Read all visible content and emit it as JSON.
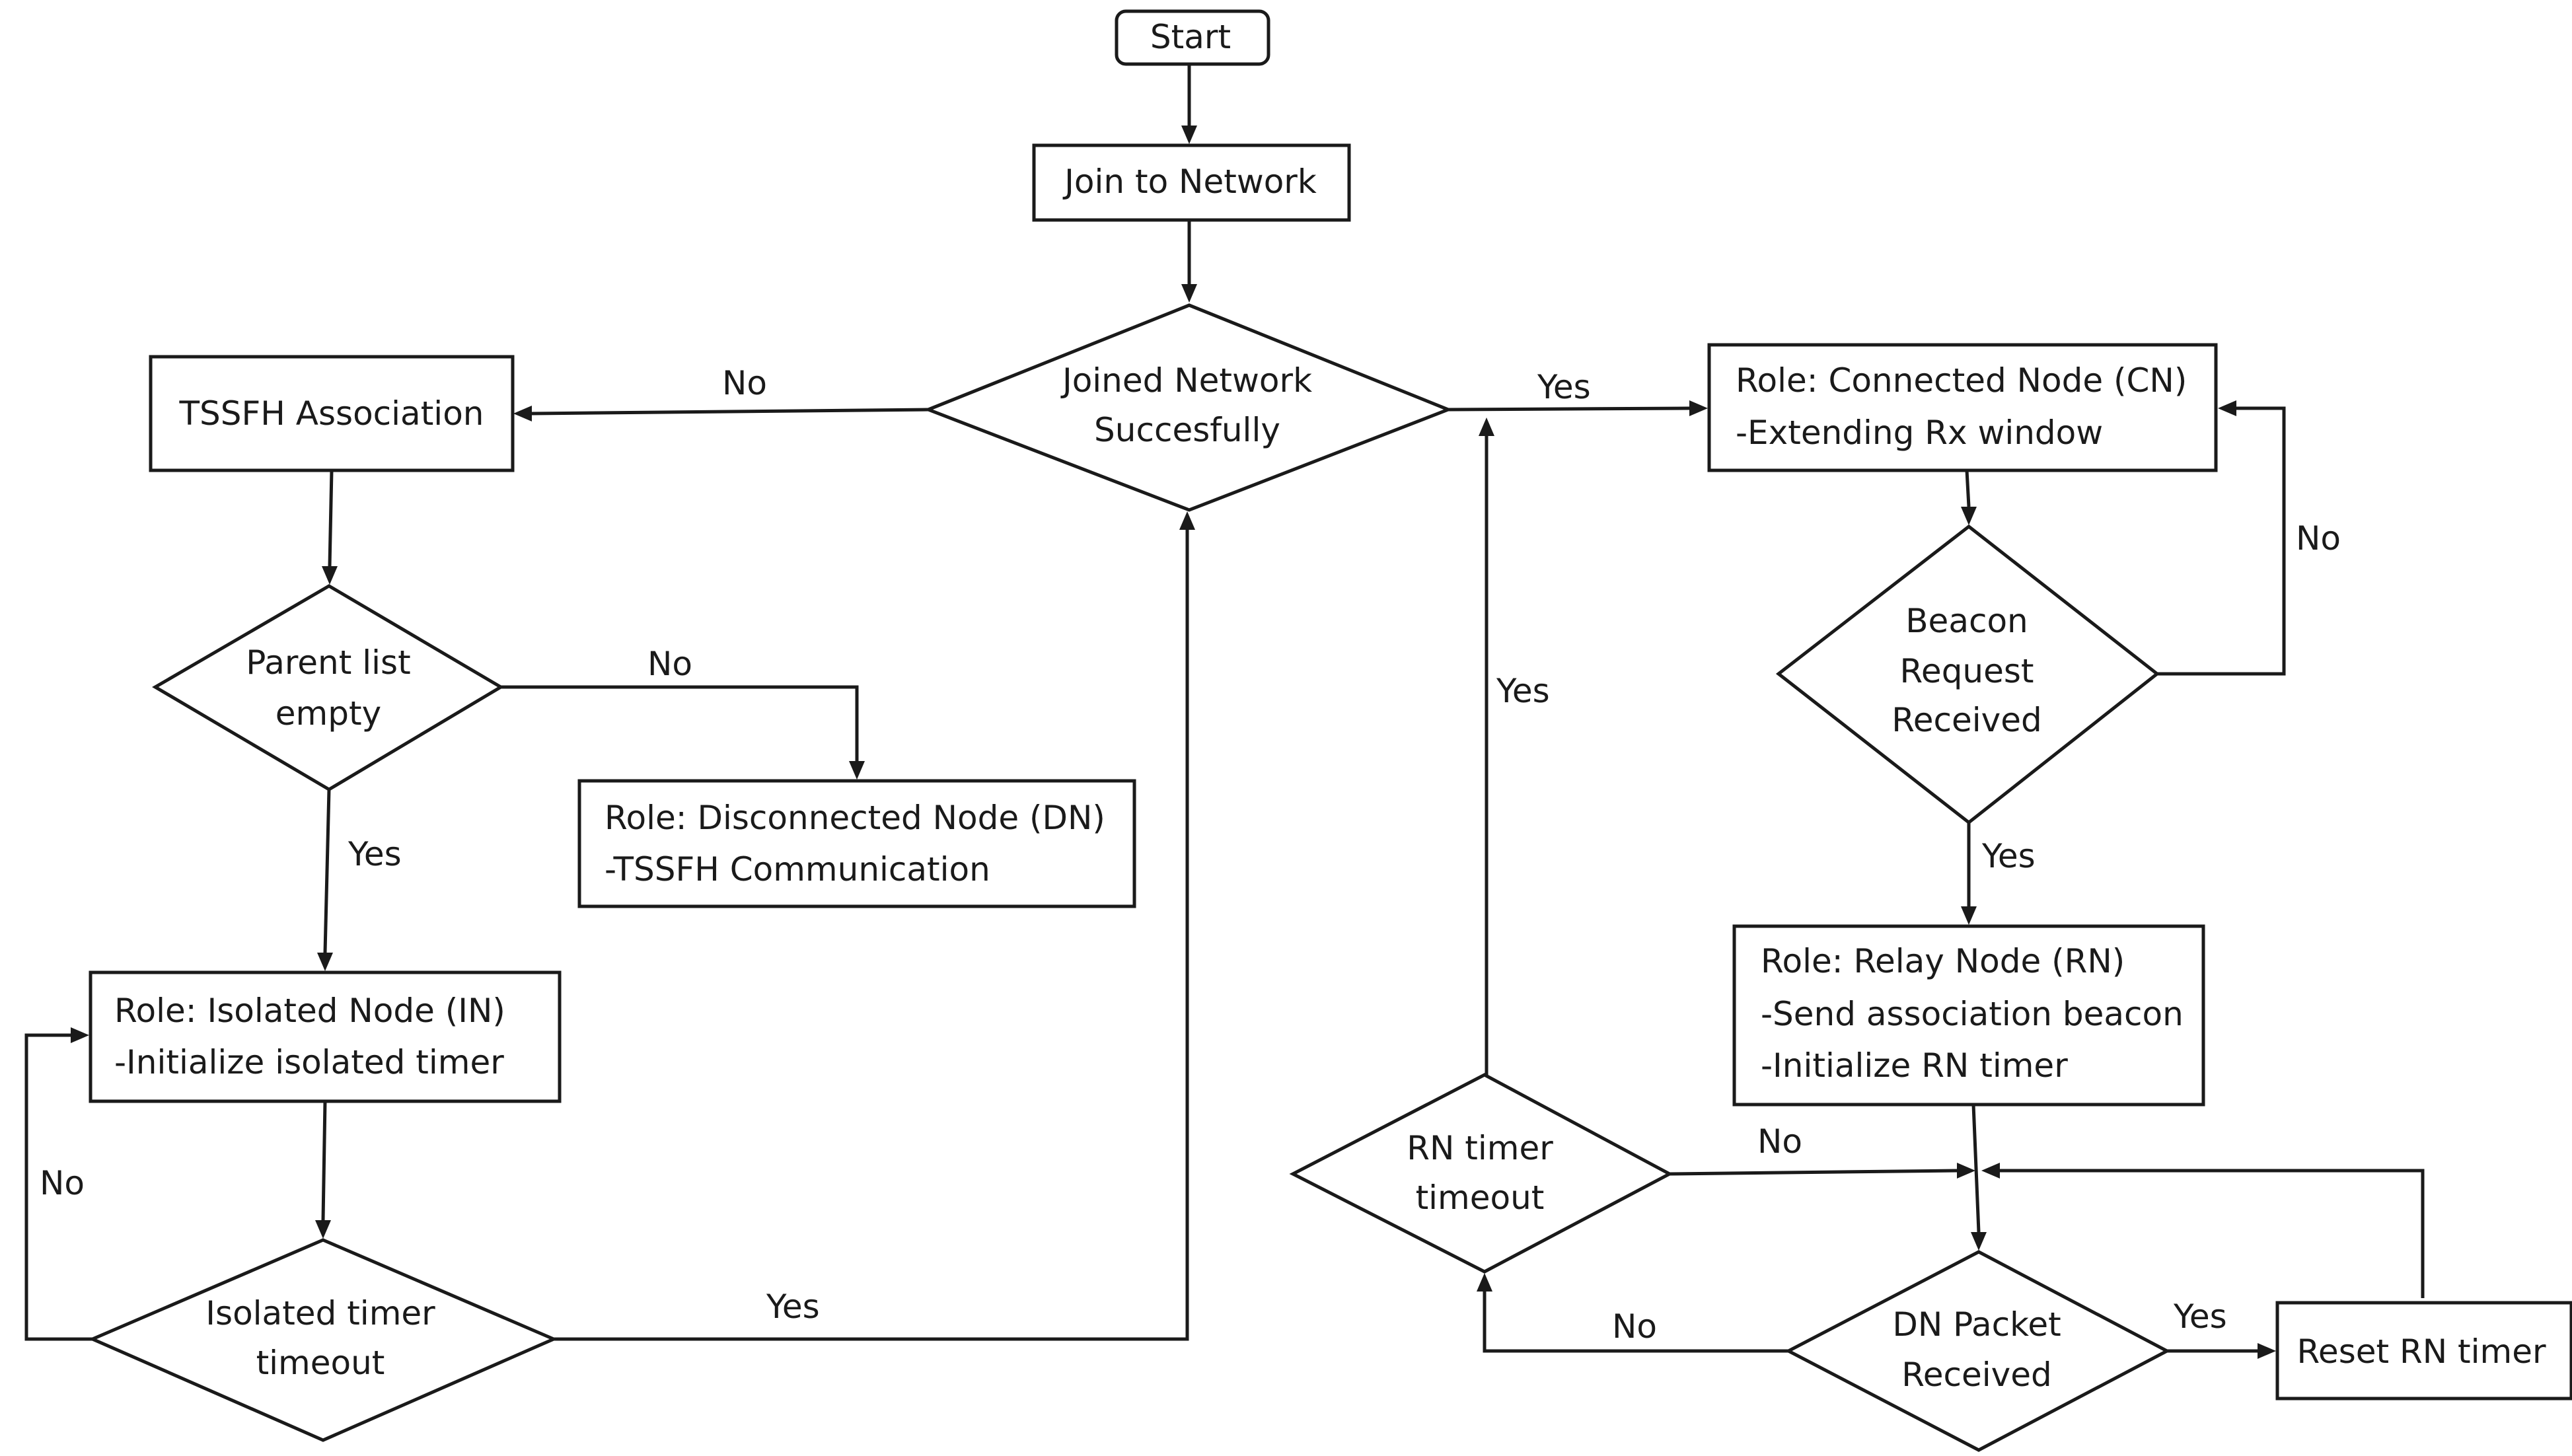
{
  "nodes": {
    "start": "Start",
    "join": "Join to Network",
    "joined": [
      "Joined Network",
      "Succesfully"
    ],
    "tssfh": "TSSFH Association",
    "parent": [
      "Parent list",
      "empty"
    ],
    "dn": [
      "Role: Disconnected Node (DN)",
      "-TSSFH Communication"
    ],
    "in": [
      "Role: Isolated Node (IN)",
      "-Initialize isolated timer"
    ],
    "iso_timer": [
      "Isolated timer",
      "timeout"
    ],
    "cn": [
      "Role: Connected Node (CN)",
      "-Extending Rx window"
    ],
    "beacon": [
      "Beacon",
      "Request",
      "Received"
    ],
    "rn": [
      "Role: Relay Node (RN)",
      "-Send association beacon",
      "-Initialize RN timer"
    ],
    "rn_timer": [
      "RN timer",
      "timeout"
    ],
    "dn_packet": [
      "DN Packet",
      "Received"
    ],
    "reset": "Reset RN timer"
  },
  "edges": {
    "joined_no": "No",
    "joined_yes": "Yes",
    "parent_no": "No",
    "parent_yes": "Yes",
    "iso_no": "No",
    "iso_yes": "Yes",
    "beacon_no": "No",
    "beacon_yes": "Yes",
    "rn_timer_yes": "Yes",
    "rn_timer_no": "No",
    "dn_packet_no": "No",
    "dn_packet_yes": "Yes"
  }
}
